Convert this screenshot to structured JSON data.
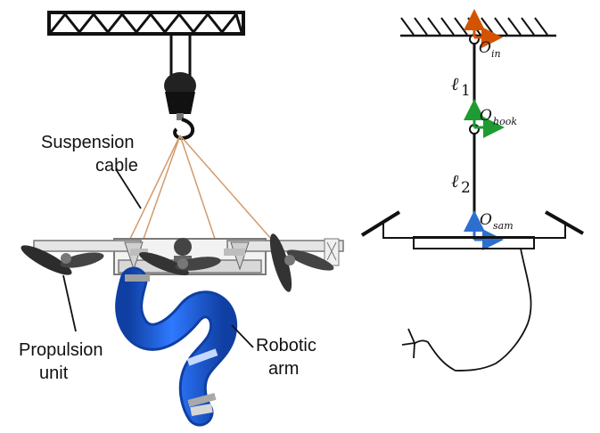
{
  "labels": {
    "suspension_cable_line1": "Suspension",
    "suspension_cable_line2": "cable",
    "propulsion_unit_line1": "Propulsion",
    "propulsion_unit_line2": "unit",
    "robotic_arm_line1": "Robotic",
    "robotic_arm_line2": "arm"
  },
  "schematic": {
    "frames": [
      {
        "main": "O",
        "sub": "in"
      },
      {
        "main": "O",
        "sub": "hook"
      },
      {
        "main": "O",
        "sub": "sam"
      }
    ],
    "lengths": [
      {
        "symbol": "ℓ",
        "sub": "1"
      },
      {
        "symbol": "ℓ",
        "sub": "2"
      }
    ]
  },
  "colors": {
    "frame_in_axis": "#d35400",
    "frame_hook_axis": "#1e9b32",
    "frame_sam_axis": "#2d6fd1",
    "cable": "#d39a6b",
    "arm": "#1f5fd6",
    "arm_dark": "#0f3fa3"
  }
}
